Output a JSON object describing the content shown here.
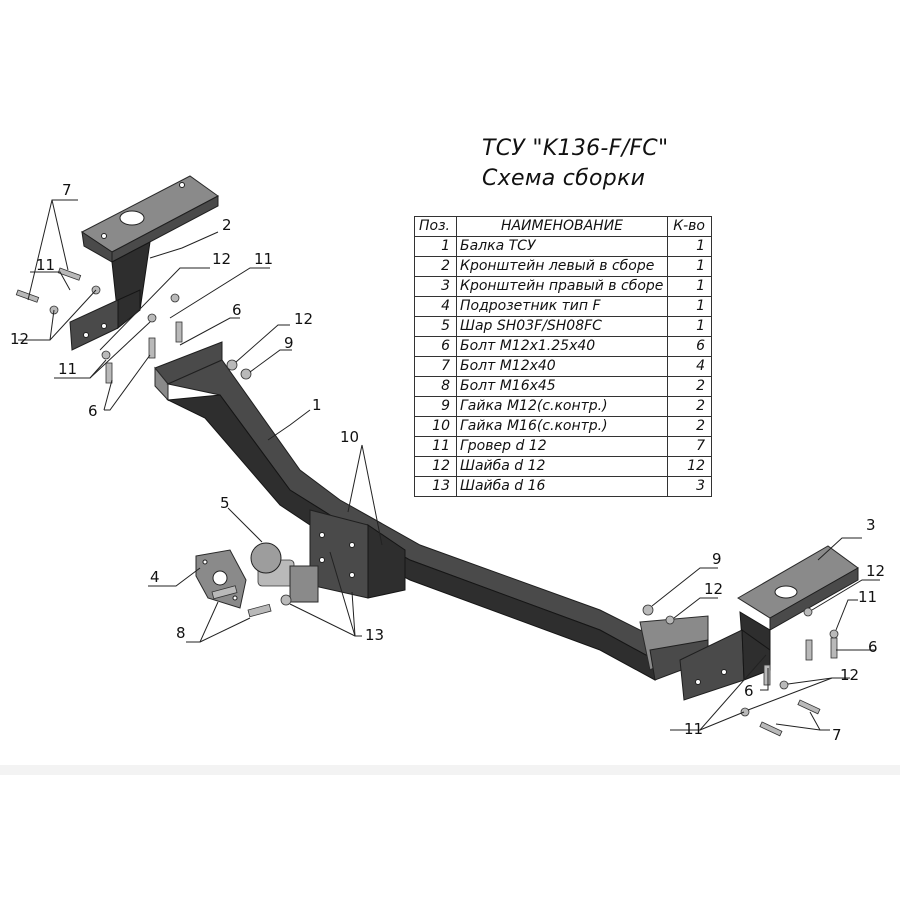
{
  "title": "ТСУ \"K136-F/FC\"",
  "subtitle": "Схема сборки",
  "table": {
    "headers": {
      "pos": "Поз.",
      "name": "НАИМЕНОВАНИЕ",
      "qty": "К-во"
    },
    "rows": [
      {
        "pos": "1",
        "name": "Балка ТСУ",
        "qty": "1"
      },
      {
        "pos": "2",
        "name": "Кронштейн левый в сборе",
        "qty": "1"
      },
      {
        "pos": "3",
        "name": "Кронштейн правый в сборе",
        "qty": "1"
      },
      {
        "pos": "4",
        "name": "Подрозетник тип F",
        "qty": "1"
      },
      {
        "pos": "5",
        "name": "Шар SH03F/SH08FC",
        "qty": "1"
      },
      {
        "pos": "6",
        "name": "Болт М12х1.25х40",
        "qty": "6"
      },
      {
        "pos": "7",
        "name": "Болт М12х40",
        "qty": "4"
      },
      {
        "pos": "8",
        "name": "Болт М16х45",
        "qty": "2"
      },
      {
        "pos": "9",
        "name": "Гайка М12(с.контр.)",
        "qty": "2"
      },
      {
        "pos": "10",
        "name": "Гайка  М16(с.контр.)",
        "qty": "2"
      },
      {
        "pos": "11",
        "name": "Гровер d 12",
        "qty": "7"
      },
      {
        "pos": "12",
        "name": "Шайба d 12",
        "qty": "12"
      },
      {
        "pos": "13",
        "name": "Шайба d 16",
        "qty": "3"
      }
    ]
  },
  "callouts": {
    "c7_left": "7",
    "c2": "2",
    "c11_left": "11",
    "c12_left_a": "12",
    "c11_left_b": "11",
    "c12_left_b": "12",
    "c11_left_c": "11",
    "c6_left": "6",
    "c6_left_b": "6",
    "c12_center": "12",
    "c9_center": "9",
    "c1": "1",
    "c10": "10",
    "c5": "5",
    "c4": "4",
    "c8": "8",
    "c13": "13",
    "c3": "3",
    "c9_right": "9",
    "c12_right_a": "12",
    "c12_right_b": "12",
    "c11_right_a": "11",
    "c6_right_a": "6",
    "c12_right_c": "12",
    "c6_right_b": "6",
    "c11_right_b": "11",
    "c7_right": "7"
  }
}
